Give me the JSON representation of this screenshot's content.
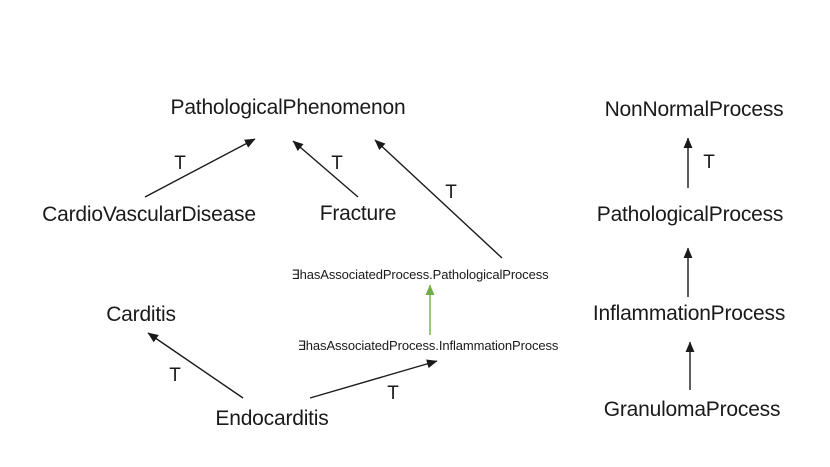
{
  "diagram": {
    "type": "ontology-class-hierarchy",
    "background": "#ffffff",
    "edge_symbol": "T",
    "colors": {
      "edge": "#1a1a1a",
      "inferred_edge": "#70AD47",
      "text": "#1a1a1a"
    },
    "nodes": {
      "pathological_phenomenon": "PathologicalPhenomenon",
      "non_normal_process": "NonNormalProcess",
      "cardio_vascular_disease": "CardioVascularDisease",
      "fracture": "Fracture",
      "pathological_process": "PathologicalProcess",
      "carditis": "Carditis",
      "inflammation_process": "InflammationProcess",
      "endocarditis": "Endocarditis",
      "granuloma_process": "GranulomaProcess"
    },
    "restrictions": {
      "pathological": "∃hasAssociatedProcess.PathologicalProcess",
      "inflammation": "∃hasAssociatedProcess.InflammationProcess"
    },
    "edges": [
      {
        "from": "CardioVascularDisease",
        "to": "PathologicalPhenomenon",
        "label": "T",
        "color": "#1a1a1a"
      },
      {
        "from": "Fracture",
        "to": "PathologicalPhenomenon",
        "label": "T",
        "color": "#1a1a1a"
      },
      {
        "from": "∃hasAssociatedProcess.PathologicalProcess",
        "to": "PathologicalPhenomenon",
        "label": "T",
        "color": "#1a1a1a"
      },
      {
        "from": "PathologicalProcess",
        "to": "NonNormalProcess",
        "label": "T",
        "color": "#1a1a1a"
      },
      {
        "from": "InflammationProcess",
        "to": "PathologicalProcess",
        "label": "",
        "color": "#1a1a1a"
      },
      {
        "from": "GranulomaProcess",
        "to": "InflammationProcess",
        "label": "",
        "color": "#1a1a1a"
      },
      {
        "from": "Endocarditis",
        "to": "Carditis",
        "label": "T",
        "color": "#1a1a1a"
      },
      {
        "from": "Endocarditis",
        "to": "∃hasAssociatedProcess.InflammationProcess",
        "label": "T",
        "color": "#1a1a1a"
      },
      {
        "from": "∃hasAssociatedProcess.InflammationProcess",
        "to": "∃hasAssociatedProcess.PathologicalProcess",
        "label": "",
        "color": "#70AD47"
      }
    ]
  }
}
